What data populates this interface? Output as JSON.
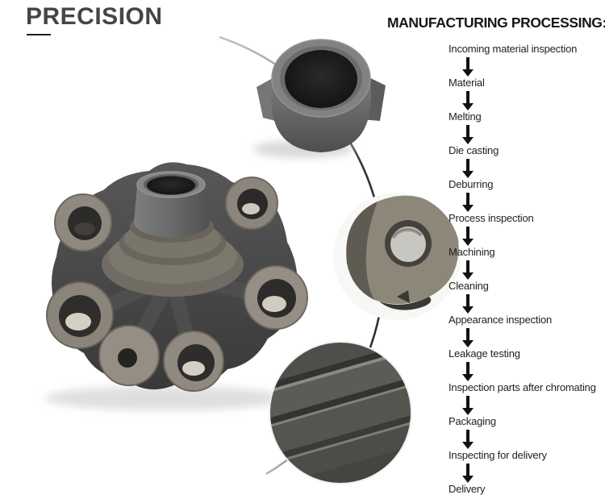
{
  "brand": {
    "title": "PRECISION"
  },
  "flow": {
    "heading": "MANUFACTURING PROCESSING:",
    "steps": [
      "Incoming material inspection",
      "Material",
      "Melting",
      "Die casting",
      "Deburring",
      "Process inspection",
      "Machining",
      "Cleaning",
      "Appearance inspection",
      "Leakage testing",
      "Inspection parts after chromating",
      "Packaging",
      "Inspecting for delivery",
      "Delivery"
    ]
  },
  "photos": {
    "main_part": "cast-hub-flange-with-stepped-boss-and-bolt-ears",
    "bushing_detail": "tapered-bushing-with-large-bore",
    "ring_detail": "machined-ring-bore-closeup",
    "groove_detail": "grooved-neck-ridges-closeup",
    "connector": "curved-connector-line"
  },
  "colors": {
    "title": "#454545",
    "heading": "#161616",
    "step_text": "#222222",
    "arrow": "#111111",
    "underline": "#1d1d1d",
    "metal_light_face": "#8e887e",
    "metal_body_dark": "#3f3f3f",
    "bore_dark": "#1e1e1e",
    "arc_dark": "#2e2e2e",
    "arc_light": "#c4c4c4"
  }
}
